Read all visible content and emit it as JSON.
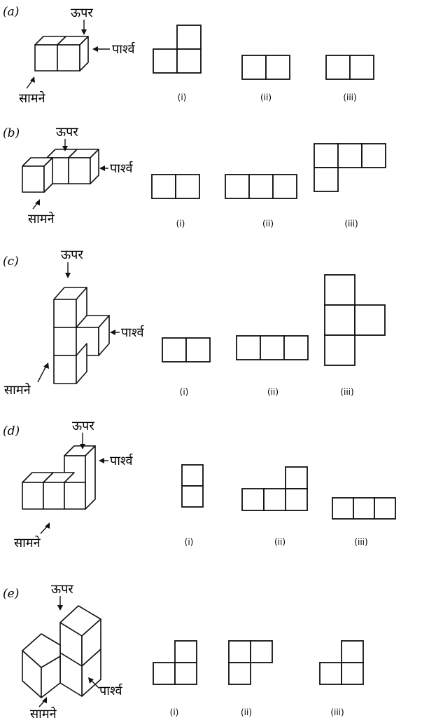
{
  "labels": {
    "top": "ऊपर",
    "side": "पार्श्व",
    "front": "सामने"
  },
  "view_captions": [
    "(i)",
    "(ii)",
    "(iii)"
  ],
  "problems": [
    {
      "part": "(a)",
      "views": [
        [
          [
            1,
            0
          ],
          [
            0,
            1
          ],
          [
            1,
            1
          ]
        ],
        [
          [
            0,
            0
          ],
          [
            1,
            0
          ]
        ],
        [
          [
            0,
            0
          ],
          [
            1,
            0
          ]
        ]
      ]
    },
    {
      "part": "(b)",
      "views": [
        [
          [
            0,
            0
          ],
          [
            1,
            0
          ]
        ],
        [
          [
            0,
            0
          ],
          [
            1,
            0
          ],
          [
            2,
            0
          ]
        ],
        [
          [
            0,
            0
          ],
          [
            1,
            0
          ],
          [
            2,
            0
          ],
          [
            0,
            1
          ]
        ]
      ]
    },
    {
      "part": "(c)",
      "views": [
        [
          [
            0,
            0
          ],
          [
            1,
            0
          ]
        ],
        [
          [
            0,
            0
          ],
          [
            1,
            0
          ],
          [
            2,
            0
          ]
        ],
        [
          [
            0,
            0
          ],
          [
            0,
            1
          ],
          [
            1,
            1
          ],
          [
            0,
            2
          ]
        ]
      ]
    },
    {
      "part": "(d)",
      "views": [
        [
          [
            0,
            0
          ],
          [
            0,
            1
          ]
        ],
        [
          [
            2,
            0
          ],
          [
            0,
            1
          ],
          [
            1,
            1
          ],
          [
            2,
            1
          ]
        ],
        [
          [
            0,
            0
          ],
          [
            1,
            0
          ],
          [
            2,
            0
          ]
        ]
      ]
    },
    {
      "part": "(e)",
      "views": [
        [
          [
            1,
            0
          ],
          [
            0,
            1
          ],
          [
            1,
            1
          ]
        ],
        [
          [
            0,
            0
          ],
          [
            1,
            0
          ],
          [
            0,
            1
          ]
        ],
        [
          [
            1,
            0
          ],
          [
            0,
            1
          ],
          [
            1,
            1
          ]
        ]
      ]
    }
  ]
}
